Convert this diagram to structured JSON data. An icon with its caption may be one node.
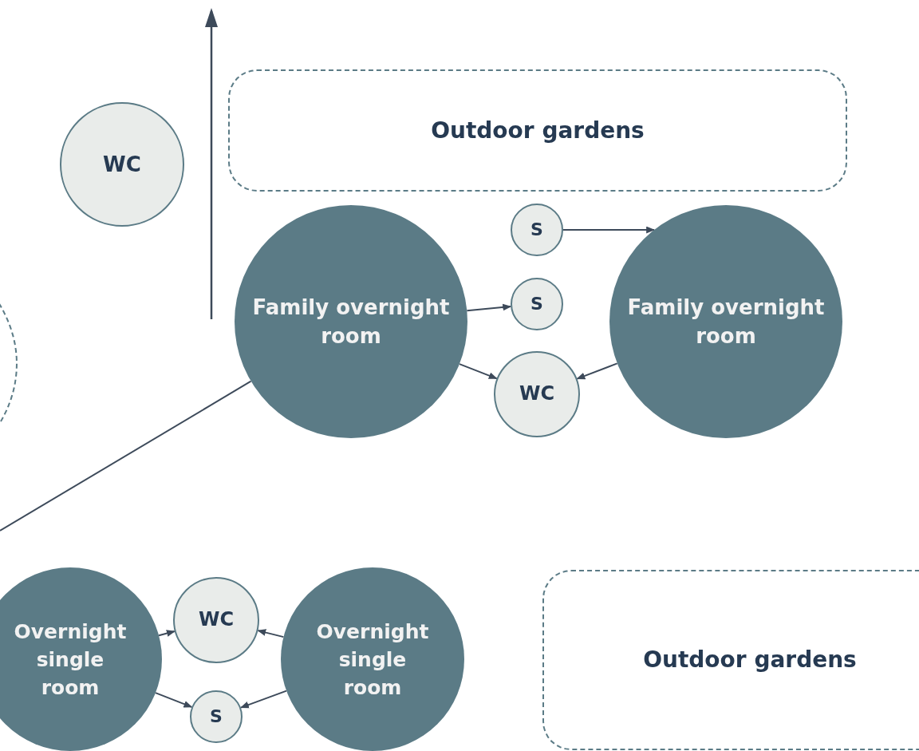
{
  "diagram": {
    "nodes": [
      {
        "text": [
          "WC"
        ]
      },
      {
        "text": [
          "Outdoor gardens"
        ]
      },
      {
        "text": [],
        "shape": "circle"
      },
      {
        "text": [
          "S"
        ]
      },
      {
        "text": [
          "Family overnight room"
        ]
      },
      {
        "text": [
          "S"
        ]
      },
      {
        "text": [
          "Family overnight room"
        ]
      },
      {
        "text": [
          "WC"
        ]
      },
      {
        "text": [
          "Overnight single room"
        ]
      },
      {
        "text": [
          "WC"
        ]
      },
      {
        "text": [
          "Overnight single room"
        ]
      },
      {
        "text": [
          "S"
        ]
      },
      {
        "text": [
          "Outdoor gardens"
        ]
      }
    ],
    "edges": [
      {
        "from": 3,
        "to": 6,
        "arrow": "to"
      },
      {
        "from": 4,
        "to": 5,
        "arrow": "to"
      },
      {
        "from": 4,
        "to": 7,
        "arrow": "to"
      },
      {
        "from": 6,
        "to": 7,
        "arrow": "to"
      },
      {
        "from": 4,
        "to": null,
        "arrow": "none"
      },
      {
        "from": 8,
        "to": 9,
        "arrow": "to"
      },
      {
        "from": 10,
        "to": 9,
        "arrow": "to"
      },
      {
        "from": 8,
        "to": 11,
        "arrow": "to"
      },
      {
        "from": 10,
        "to": 11,
        "arrow": "to"
      }
    ]
  }
}
